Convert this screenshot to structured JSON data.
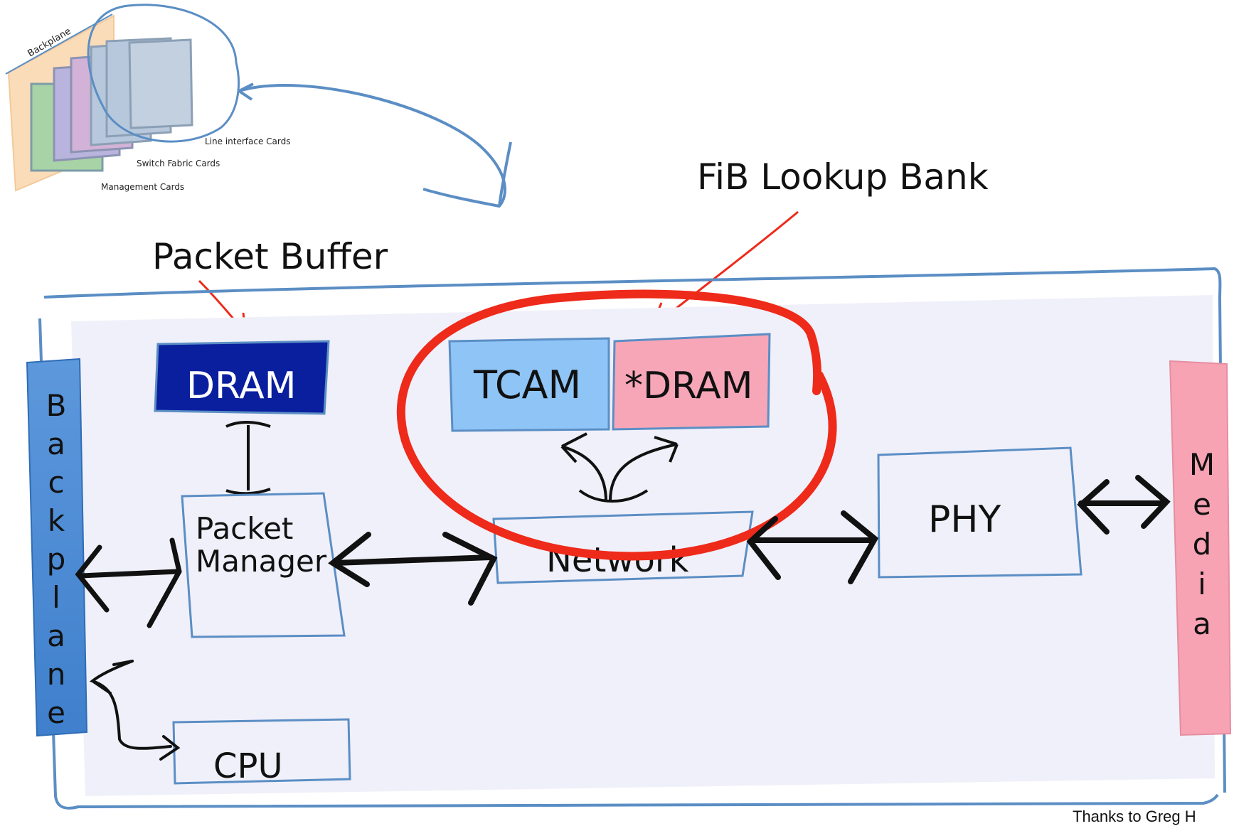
{
  "sketch": {
    "backplane_label": "Backplane",
    "line_cards_label": "Line interface Cards",
    "switch_fabric_label": "Switch Fabric Cards",
    "management_label": "Management Cards"
  },
  "callouts": {
    "packet_buffer": "Packet Buffer",
    "fib_lookup_bank": "FiB Lookup Bank"
  },
  "blocks": {
    "dram": "DRAM",
    "tcam": "TCAM",
    "star_dram": "*DRAM",
    "packet_manager_line1": "Packet",
    "packet_manager_line2": "Manager",
    "network": "Network",
    "phy": "PHY",
    "cpu": "CPU"
  },
  "side_bars": {
    "backplane": [
      "B",
      "a",
      "c",
      "k",
      "p",
      "l",
      "a",
      "n",
      "e"
    ],
    "media": [
      "M",
      "e",
      "d",
      "i",
      "a"
    ]
  },
  "credit": "Thanks to Greg H",
  "colors": {
    "board_outline": "#5b8ec4",
    "board_fill": "#f0f0fa",
    "dram_fill": "#0a1f9e",
    "tcam_fill": "#8fc4f7",
    "star_dram_fill": "#f7a6b8",
    "backplane_bar": "#4a86d0",
    "media_bar": "#f7a3b4",
    "highlight": "#ee2a1a"
  }
}
